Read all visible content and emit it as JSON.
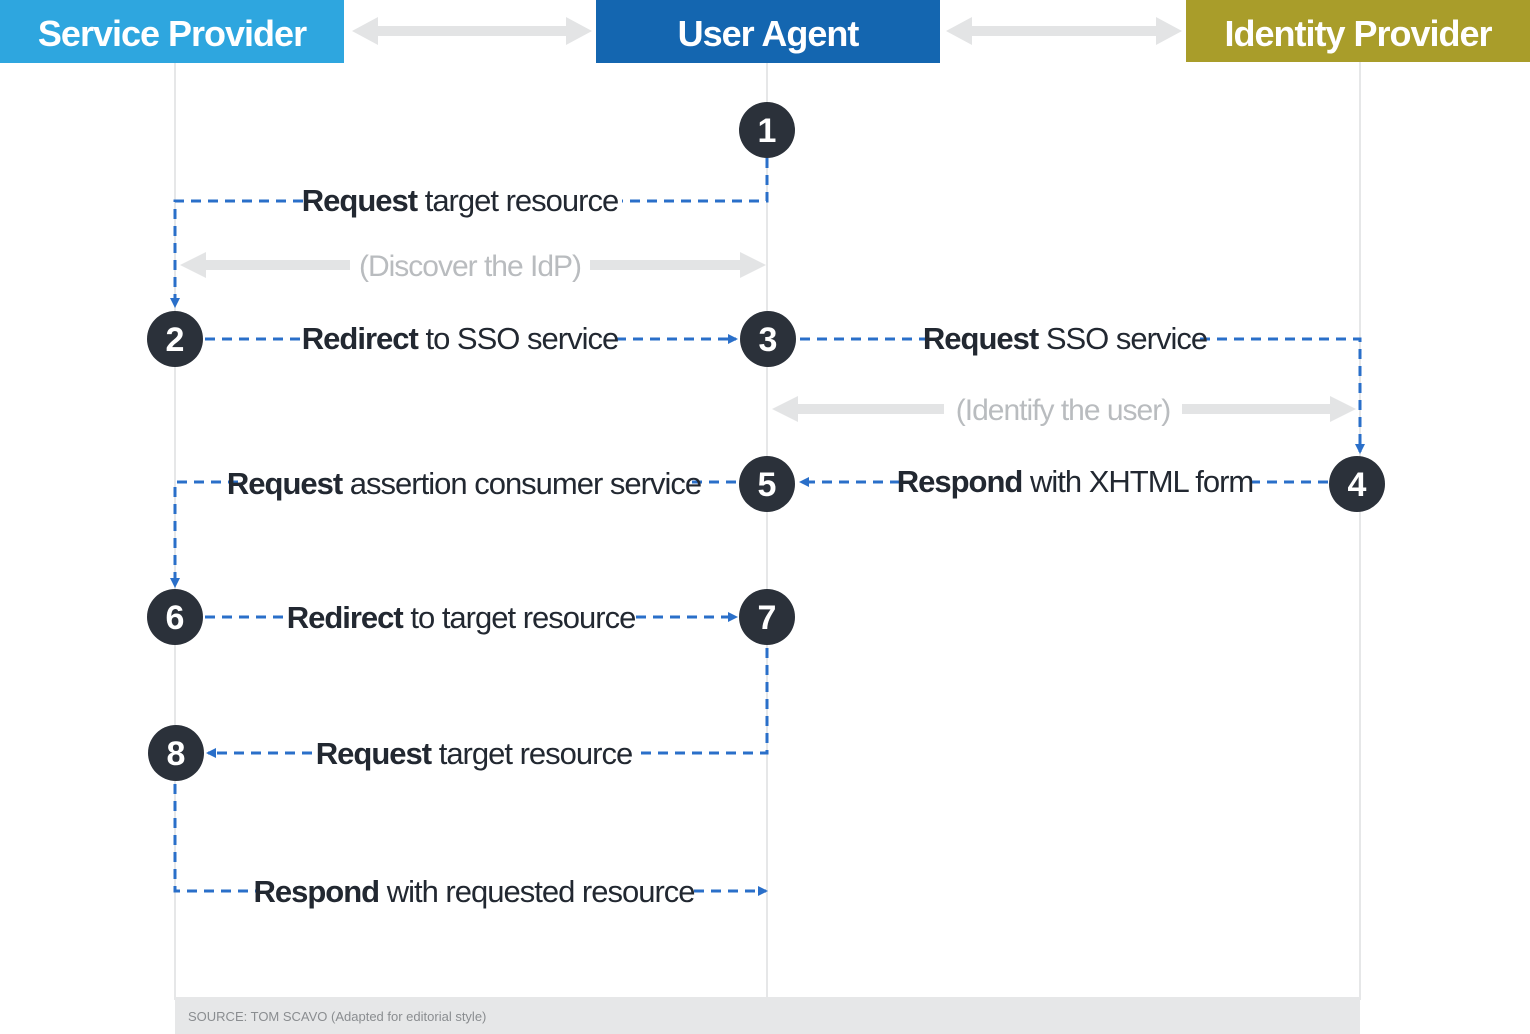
{
  "actors": {
    "service_provider": "Service Provider",
    "user_agent": "User Agent",
    "identity_provider": "Identity Provider"
  },
  "colors": {
    "service_provider": "#2ea6df",
    "user_agent": "#1466b0",
    "identity_provider": "#a99d2a",
    "flow": "#2a6fc9",
    "step_circle": "#2b313a"
  },
  "steps": [
    "1",
    "2",
    "3",
    "4",
    "5",
    "6",
    "7",
    "8"
  ],
  "messages": [
    {
      "verb": "Request",
      "rest": " target resource"
    },
    {
      "verb": "Redirect",
      "rest": " to SSO service"
    },
    {
      "verb": "Request",
      "rest": " SSO service"
    },
    {
      "verb": "Respond",
      "rest": " with XHTML form"
    },
    {
      "verb": "Request",
      "rest": " assertion consumer service"
    },
    {
      "verb": "Redirect",
      "rest": " to target resource"
    },
    {
      "verb": "Request",
      "rest": " target resource"
    },
    {
      "verb": "Respond",
      "rest": " with requested resource"
    }
  ],
  "asides": {
    "discover": "(Discover the IdP)",
    "identify": "(Identify the user)"
  },
  "source": "SOURCE: TOM SCAVO (Adapted for editorial style)"
}
